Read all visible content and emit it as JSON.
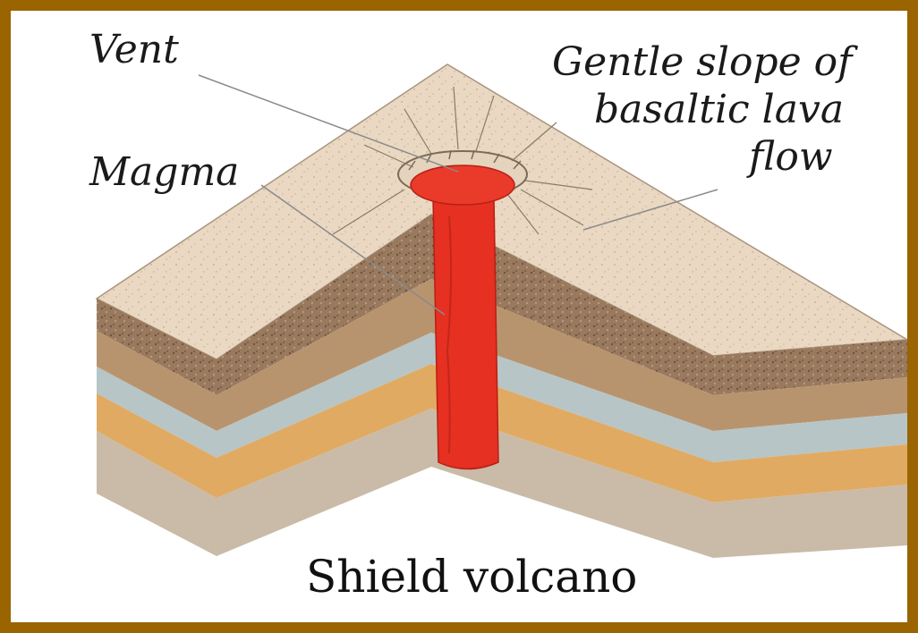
{
  "diagram": {
    "caption": "Shield volcano",
    "labels": {
      "vent": "Vent",
      "magma": "Magma",
      "slope_line1": "Gentle slope of",
      "slope_line2": "basaltic lava",
      "slope_line3": "flow"
    }
  },
  "colors": {
    "frame": "#9a6400",
    "background": "#ffffff",
    "lava_surface": "#ead8c2",
    "soil": "#9a7a5e",
    "layer_brown": "#b8946e",
    "layer_tan": "#d3b18a",
    "layer_blue_gray": "#b7c5c6",
    "layer_orange": "#e1aa62",
    "layer_gray": "#c9bba7",
    "magma": "#e53022",
    "leader_line": "#8a8a8a"
  }
}
